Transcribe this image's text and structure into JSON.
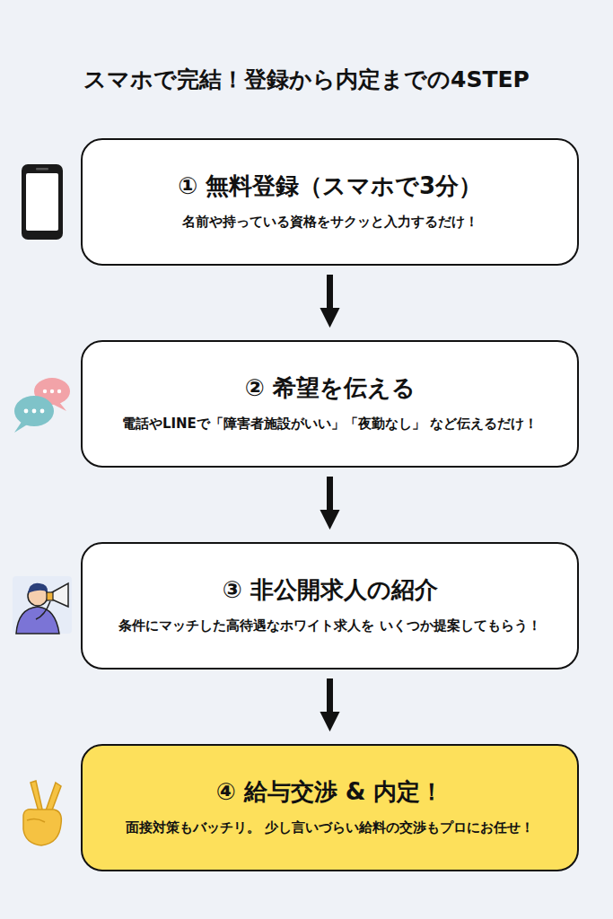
{
  "diagram": {
    "title": "スマホで完結！登録から内定までの4STEP",
    "nodes": [
      {
        "text": [
          "① 無料登録（スマホで3分）",
          "名前や持っている資格をサクッと入力するだけ！"
        ]
      },
      {
        "text": [
          "② 希望を伝える",
          "電話やLINEで「障害者施設がいい」「夜勤なし」 など伝えるだけ！"
        ]
      },
      {
        "text": [
          "③ 非公開求人の紹介",
          "条件にマッチした高待遇なホワイト求人を いくつか提案してもらう！"
        ]
      },
      {
        "text": [
          "④ 給与交渉 & 内定！",
          "面接対策もバッチリ。 少し言いづらい給料の交渉もプロにお任せ！"
        ]
      }
    ],
    "edges": [
      {
        "from": 0,
        "to": 1,
        "arrow": "to"
      },
      {
        "from": 1,
        "to": 2,
        "arrow": "to"
      },
      {
        "from": 2,
        "to": 3,
        "arrow": "to"
      }
    ]
  }
}
